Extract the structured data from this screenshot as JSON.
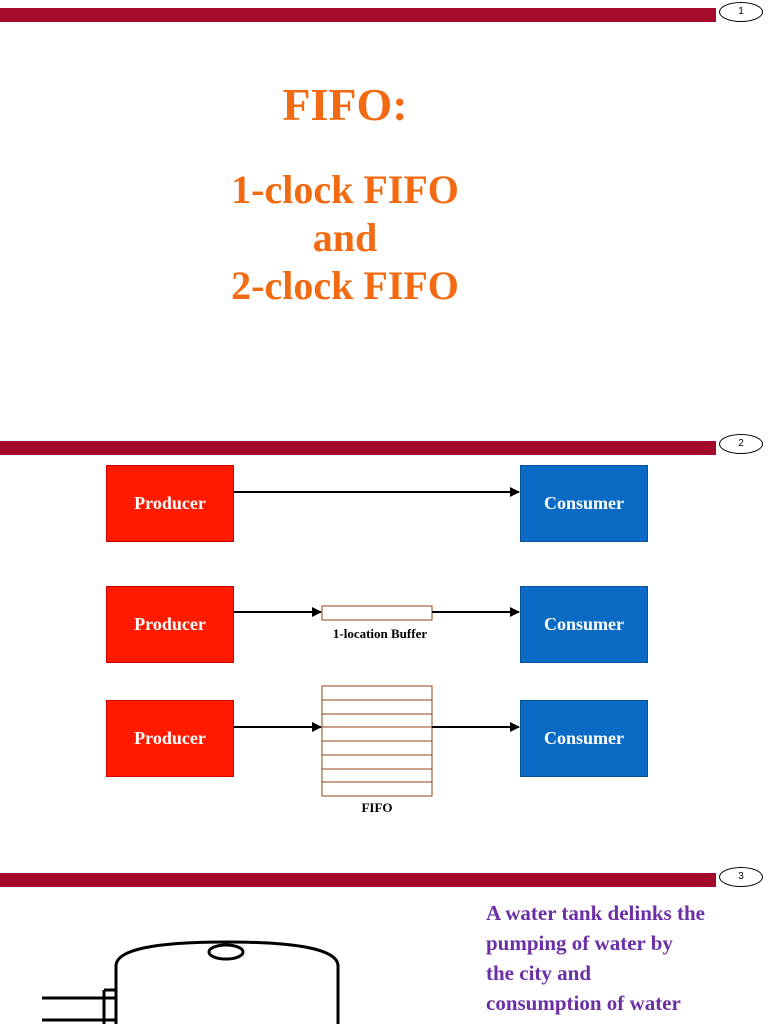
{
  "slides": [
    {
      "page_number": "1",
      "title": "FIFO:",
      "subtitle_lines": [
        "1-clock FIFO",
        "and",
        "2-clock FIFO"
      ]
    },
    {
      "page_number": "2",
      "rows": [
        {
          "producer": "Producer",
          "consumer": "Consumer",
          "buffer_label": ""
        },
        {
          "producer": "Producer",
          "consumer": "Consumer",
          "buffer_label": "1-location Buffer"
        },
        {
          "producer": "Producer",
          "consumer": "Consumer",
          "buffer_label": "FIFO"
        }
      ]
    },
    {
      "page_number": "3",
      "text_lines": [
        "A water tank delinks the",
        "pumping of water by",
        "the city and",
        "consumption of water"
      ]
    }
  ],
  "colors": {
    "bar": "#a50a2a",
    "title": "#f26a12",
    "producer": "#ff1a00",
    "consumer": "#0a6ac4",
    "buffer_border": "#8b4513",
    "tank_text": "#6b2fa6"
  }
}
